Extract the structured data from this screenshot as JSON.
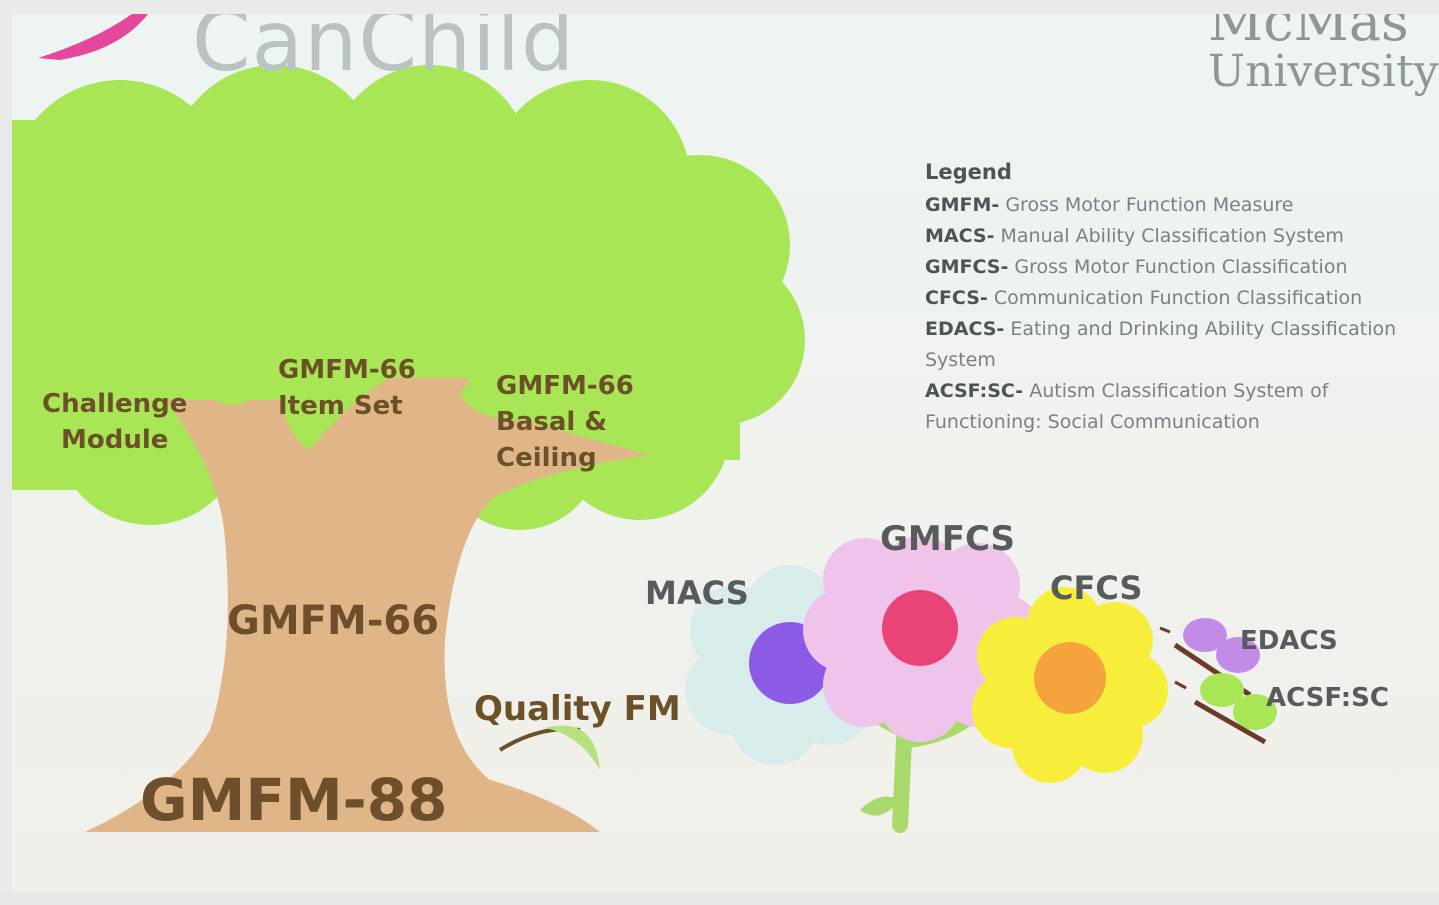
{
  "header": {
    "logo_text": "CanChild",
    "university_top": "McMas",
    "university_text": "University"
  },
  "tree": {
    "branch_labels": {
      "challenge": [
        "Challenge",
        "Module"
      ],
      "item_set": [
        "GMFM-66",
        "Item Set"
      ],
      "basal": [
        "GMFM-66",
        "Basal &",
        "Ceiling"
      ]
    },
    "trunk_label": "GMFM-66",
    "base_label": "GMFM-88",
    "sprout_label": "Quality FM"
  },
  "flowers": {
    "macs": "MACS",
    "gmfcs": "GMFCS",
    "cfcs": "CFCS",
    "edacs": "EDACS",
    "acsf": "ACSF:SC"
  },
  "legend": {
    "title": "Legend",
    "items": [
      {
        "abbr": "GMFM-",
        "desc": " Gross Motor Function Measure"
      },
      {
        "abbr": "MACS-",
        "desc": " Manual Ability Classification System"
      },
      {
        "abbr": "GMFCS-",
        "desc": " Gross Motor Function Classification"
      },
      {
        "abbr": "CFCS-",
        "desc": " Communication Function Classification"
      },
      {
        "abbr": "EDACS-",
        "desc": " Eating and Drinking Ability Classification"
      },
      {
        "abbr": "",
        "desc": "System"
      },
      {
        "abbr": "ACSF:SC-",
        "desc": " Autism Classification System of"
      },
      {
        "abbr": "",
        "desc": "Functioning: Social Communication"
      }
    ]
  },
  "colors": {
    "canopy": "#a8e655",
    "trunk": "#e0b688",
    "macs_petal": "#d9ecec",
    "macs_center": "#8c5be6",
    "gmfcs_petal": "#f0c3ea",
    "gmfcs_center": "#e94378",
    "cfcs_petal": "#f6ee3a",
    "cfcs_center": "#f4a33d",
    "stem": "#a9d86b"
  }
}
